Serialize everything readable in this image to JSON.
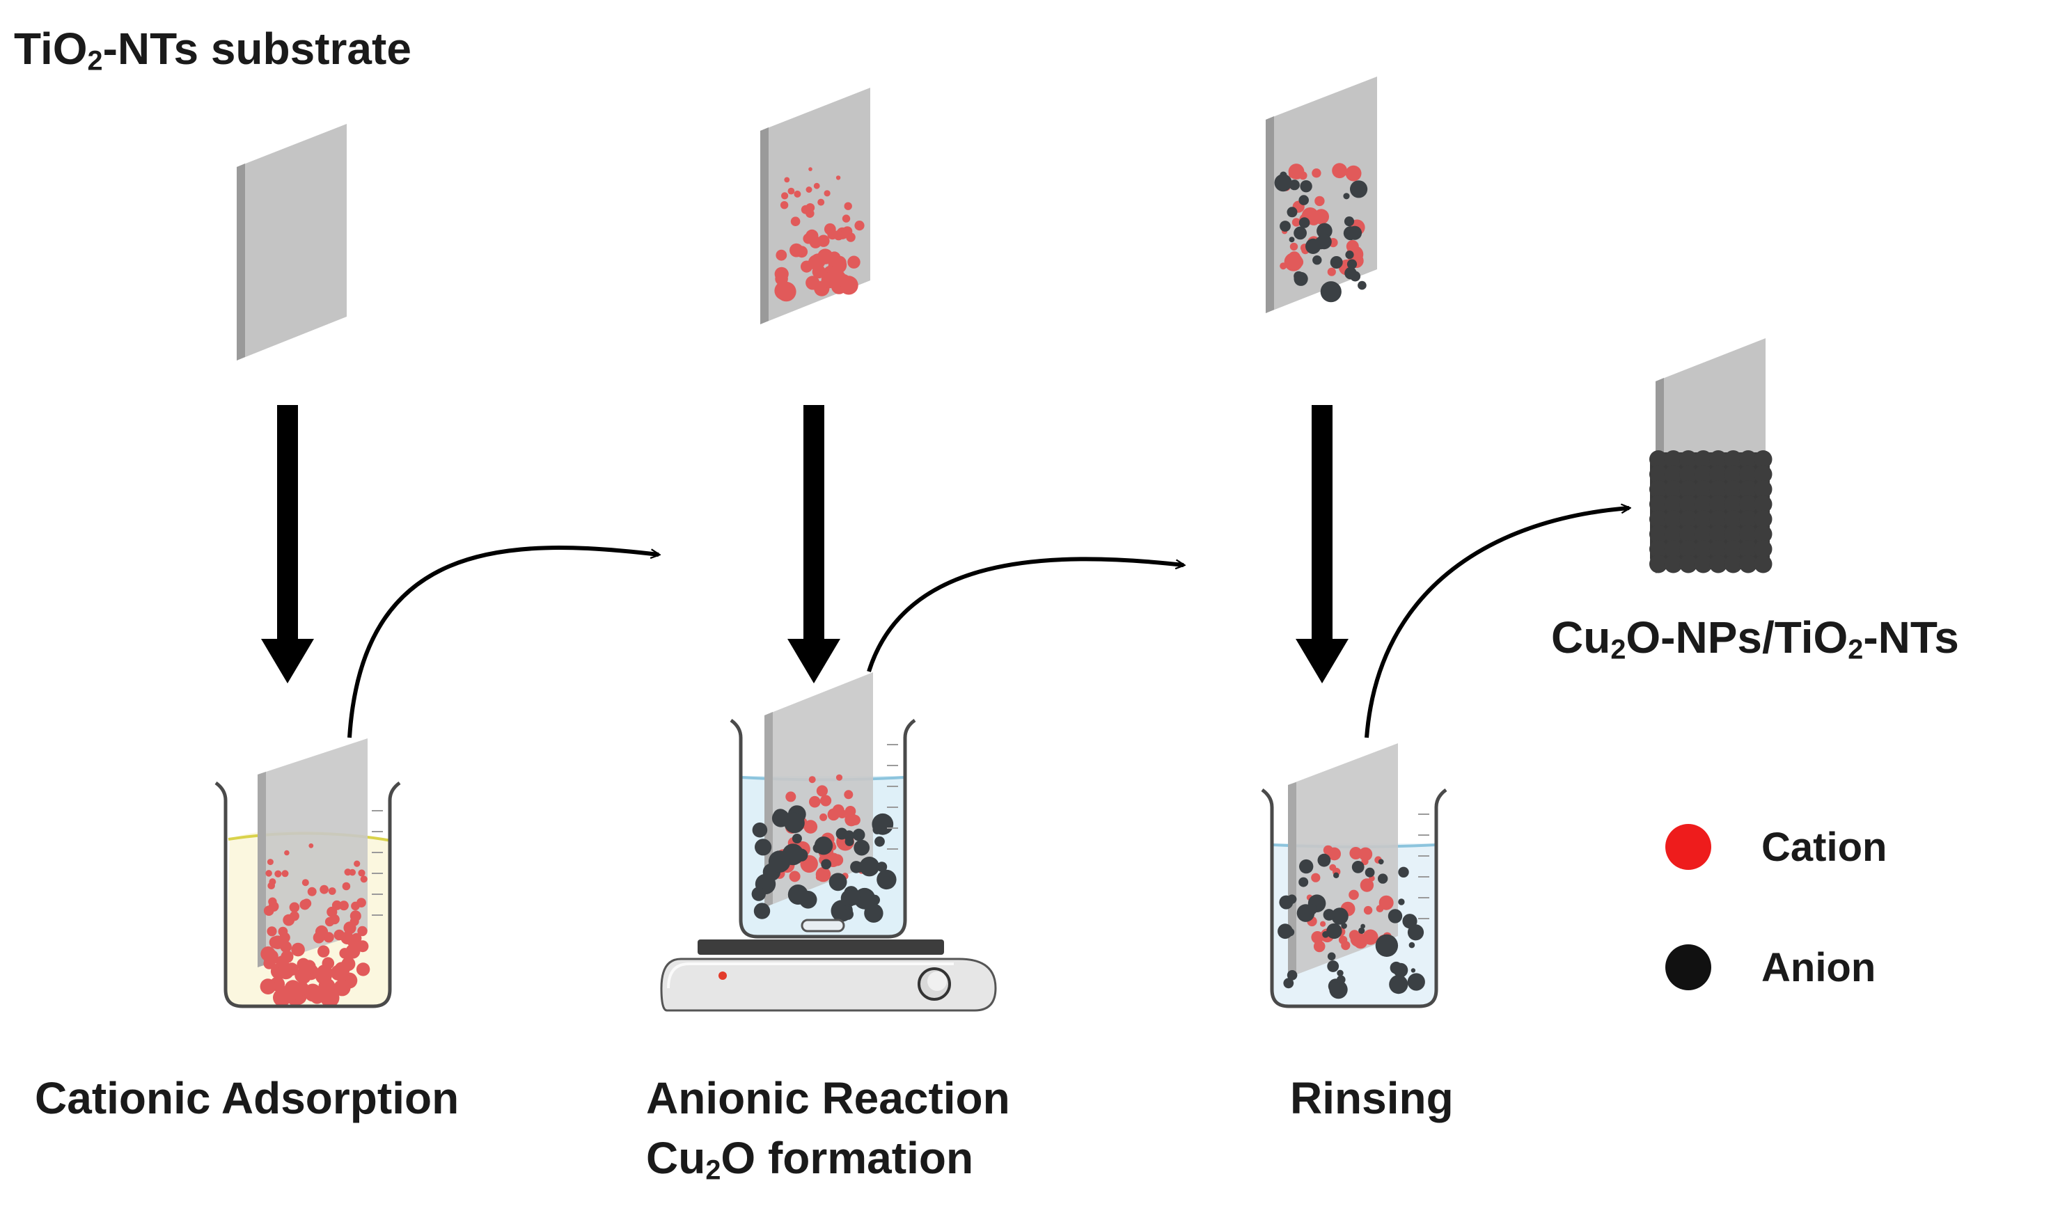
{
  "title": {
    "pre": "TiO",
    "sub": "2",
    "post": "-NTs substrate"
  },
  "steps": [
    {
      "label": "Cationic Adsorption"
    },
    {
      "label": "Anionic Reaction",
      "sublabel": {
        "pre": "Cu",
        "sub": "2",
        "post": "O formation"
      }
    },
    {
      "label": "Rinsing"
    }
  ],
  "product": {
    "parts": [
      {
        "t": "Cu"
      },
      {
        "t": "2",
        "sub": true
      },
      {
        "t": "O-NPs/TiO"
      },
      {
        "t": "2",
        "sub": true
      },
      {
        "t": "-NTs"
      }
    ]
  },
  "legend": [
    {
      "label": "Cation",
      "color": "#ee1c1c"
    },
    {
      "label": "Anion",
      "color": "#111111"
    }
  ],
  "colors": {
    "substrate": "#c4c4c4",
    "substrate_edge": "#8d8d8d",
    "cation_particle": "#e15a5a",
    "anion_particle": "#3b4044",
    "cation_solution": "#fbf7df",
    "cation_meniscus": "#d9d24a",
    "anion_solution": "#dff0f8",
    "rinse_solution": "#e6f2f9",
    "water_meniscus": "#8cc4dd",
    "arrow": "#000000"
  }
}
